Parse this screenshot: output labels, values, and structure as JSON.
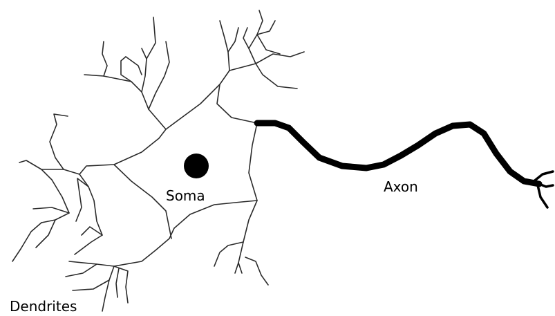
{
  "labels": {
    "soma": "Soma",
    "axon": "Axon",
    "dendrites": "Dendrites"
  },
  "colors": {
    "line": "#2a2a2a",
    "axon": "#000000",
    "nucleus": "#000000",
    "background": "#ffffff"
  }
}
